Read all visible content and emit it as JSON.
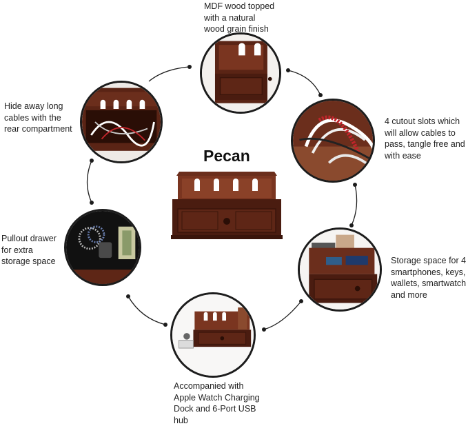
{
  "product_name": "Pecan",
  "features": [
    {
      "id": "top",
      "lines": [
        "MDF wood topped",
        "with a natural",
        "wood grain finish"
      ]
    },
    {
      "id": "cutouts",
      "lines": [
        "4 cutout slots which",
        "will allow cables to",
        "pass, tangle free and",
        "with ease"
      ]
    },
    {
      "id": "storage",
      "lines": [
        "Storage space for 4",
        "smartphones, keys,",
        "wallets, smartwatch",
        "and more"
      ]
    },
    {
      "id": "accessories",
      "lines": [
        "Accompanied with",
        "Apple Watch Charging",
        "Dock and 6-Port USB",
        "hub"
      ]
    },
    {
      "id": "drawer",
      "lines": [
        "Pullout drawer",
        "for extra",
        "storage space"
      ]
    },
    {
      "id": "rear",
      "lines": [
        "Hide away long",
        "cables with the",
        "rear compartment"
      ]
    }
  ],
  "colors": {
    "wood_dark": "#4a1f12",
    "wood_mid": "#6b2e1c",
    "wood_light": "#8a4a2e",
    "ring": "#1c1c1c",
    "connector": "#1c1c1c"
  }
}
